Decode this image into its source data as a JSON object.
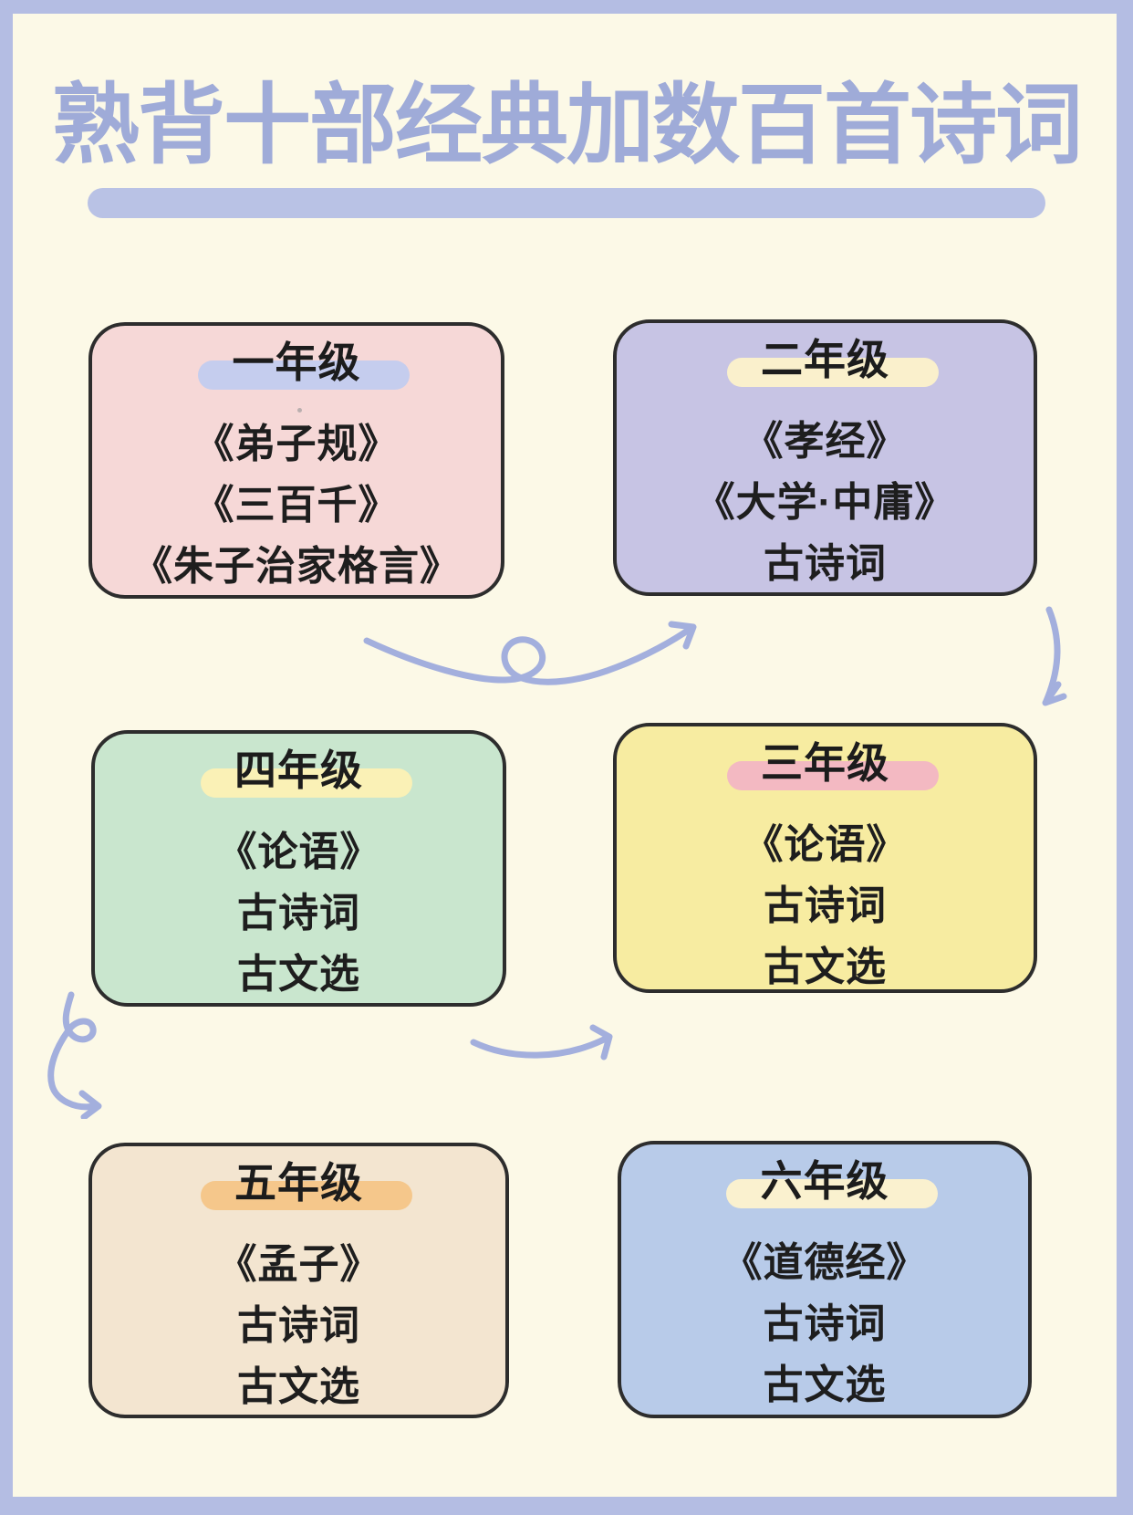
{
  "title": "熟背十部经典加数百首诗词",
  "cards": [
    {
      "id": "grade-1",
      "grade": "一年级",
      "bg": "#f6d8d7",
      "highlight": "#c5cdee",
      "items": [
        "《弟子规》",
        "《三百千》",
        "《朱子治家格言》"
      ]
    },
    {
      "id": "grade-2",
      "grade": "二年级",
      "bg": "#c7c4e4",
      "highlight": "#faf0cc",
      "items": [
        "《孝经》",
        "《大学·中庸》",
        "古诗词"
      ]
    },
    {
      "id": "grade-4",
      "grade": "四年级",
      "bg": "#c9e6ce",
      "highlight": "#faf1b6",
      "items": [
        "《论语》",
        "古诗词",
        "古文选"
      ]
    },
    {
      "id": "grade-3",
      "grade": "三年级",
      "bg": "#f7eca1",
      "highlight": "#f3b9c2",
      "items": [
        "《论语》",
        "古诗词",
        "古文选"
      ]
    },
    {
      "id": "grade-5",
      "grade": "五年级",
      "bg": "#f3e5d0",
      "highlight": "#f5c78b",
      "items": [
        "《孟子》",
        "古诗词",
        "古文选"
      ]
    },
    {
      "id": "grade-6",
      "grade": "六年级",
      "bg": "#b8cbe9",
      "highlight": "#faf1cf",
      "items": [
        "《道德经》",
        "古诗词",
        "古文选"
      ]
    }
  ],
  "colors": {
    "frame": "#b4bde3",
    "background": "#fcf9e7",
    "title_text": "#9fabd8",
    "title_bar": "#b9c2e5",
    "card_border": "#2d2d2d",
    "card_text": "#1c1c1c",
    "arrow": "#a3afdd"
  }
}
